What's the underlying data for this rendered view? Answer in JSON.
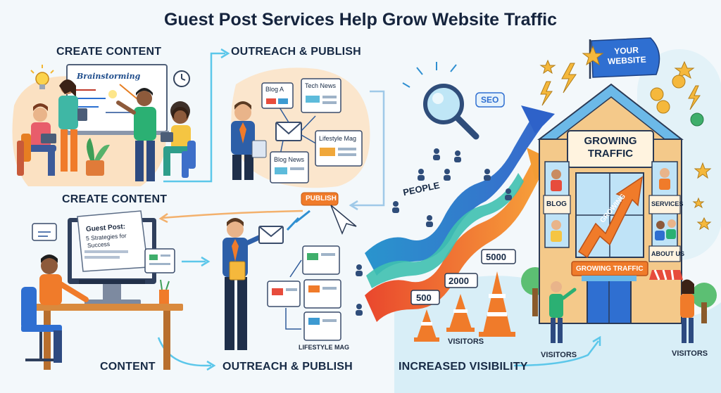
{
  "title": "Guest Post Services Help Grow Website Traffic",
  "labels": {
    "create_content_top": "CREATE CONTENT",
    "create_content_mid": "CREATE CONTENT",
    "content_bottom": "CONTENT",
    "outreach_top": "OUTREACH & PUBLISH",
    "outreach_bottom": "OUTREACH & PUBLISH",
    "increased_visibility": "INCREASED VISIBILITY",
    "people": "PEOPLE",
    "visitors_cones": "VISITORS",
    "visitors_mid": "VISITORS",
    "visitors_right": "VISITORS",
    "lifestyle_mag_bottom": "LIFESTYLE MAG"
  },
  "whiteboard": {
    "text": "Brainstorming"
  },
  "monitor": {
    "line1": "Guest Post:",
    "line2": "5 Strategies for",
    "line3": "Success"
  },
  "outreach_cards": {
    "blog_a": "Blog A",
    "tech_news": "Tech News",
    "lifestyle_mag": "Lifestyle Mag",
    "blog_news": "Blog News"
  },
  "publish_button": "PUBLISH",
  "seo_badge": "SEO",
  "cones": [
    {
      "label": "500"
    },
    {
      "label": "2000"
    },
    {
      "label": "5000"
    }
  ],
  "building": {
    "flag": "YOUR WEBSITE",
    "sign": "GROWING TRAFFIC",
    "arrow_text": "GROWING",
    "windows": [
      "BLOG",
      "SERVICES",
      "ABOUT US"
    ],
    "banner": "GROWING TRAFFIC"
  },
  "colors": {
    "navy": "#172a45",
    "orange": "#f07b2a",
    "teal": "#2bb5a8",
    "blue": "#2f6fd1",
    "building": "#f4c98a"
  },
  "icons": [
    "lightbulb-icon",
    "clock-icon",
    "envelope-icon",
    "magnifier-icon",
    "dollar-icon",
    "star-icon",
    "lightning-icon",
    "cursor-icon"
  ]
}
